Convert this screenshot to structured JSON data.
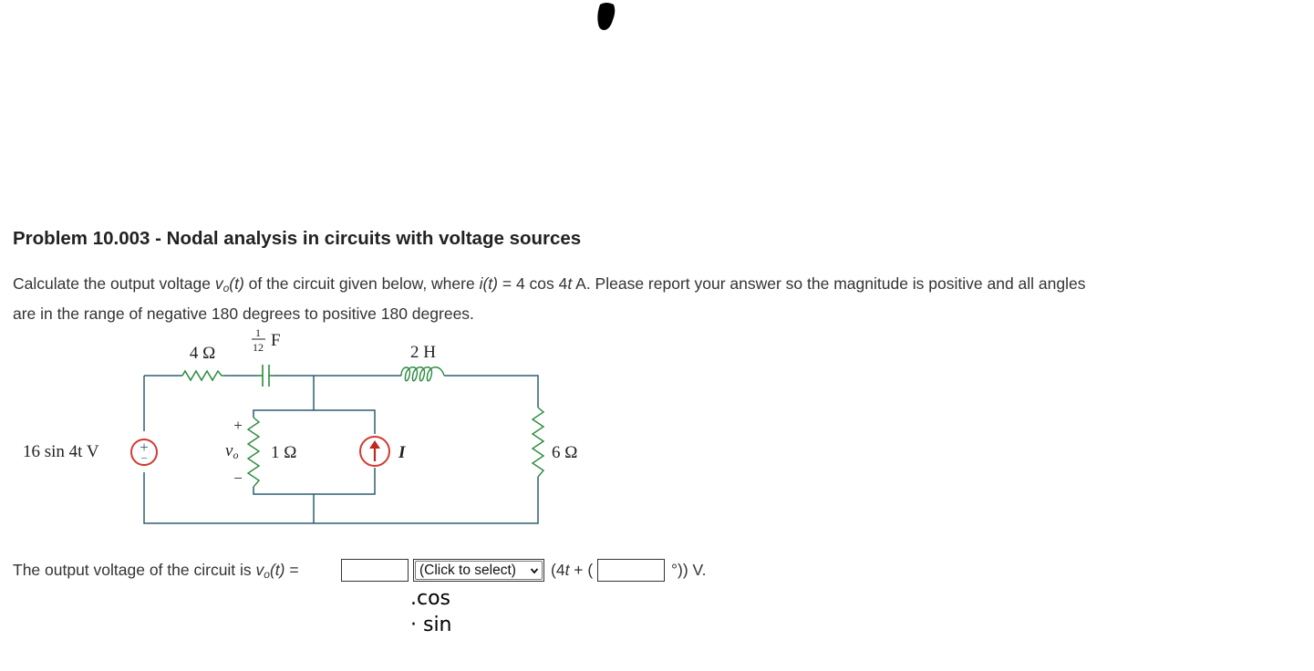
{
  "problem": {
    "title": "Problem 10.003 - Nodal analysis in circuits with voltage sources",
    "text_1": "Calculate the output voltage ",
    "vo_v": "v",
    "vo_sub": "o",
    "vo_arg": "(t)",
    "text_2": " of the circuit given below, where ",
    "i_var": "i",
    "i_arg": "(t)",
    "text_3": " = 4 cos 4",
    "t_var": "t",
    "text_4": " A. Please report your answer so the magnitude is positive and all angles are in the range of negative 180 degrees to positive 180 degrees."
  },
  "circuit": {
    "r1_label": "4 Ω",
    "cap_num": "1",
    "cap_den": "12",
    "cap_unit": "F",
    "inductor_label": "2 H",
    "source_label": "16 sin 4t V",
    "source_plus": "+",
    "source_minus": "−",
    "vo_plus": "+",
    "vo_label": "v",
    "vo_sub": "o",
    "vo_minus": "−",
    "r2_label": "1 Ω",
    "current_label": "I",
    "r3_label": "6 Ω"
  },
  "answer": {
    "prefix": "The output voltage of the circuit is ",
    "v": "v",
    "sub": "o",
    "arg": "(t)",
    "equals": " =",
    "magnitude_value": "",
    "function_select": "(Click to select)",
    "open_paren": "(4",
    "t": "t",
    "plus_paren": " + (",
    "angle_value": "",
    "suffix": "°)) V."
  },
  "handwriting": {
    "line1": ".cos",
    "line2": "· sin"
  },
  "colors": {
    "wire": "#2d5f73",
    "component": "#2a8a3e",
    "source_ring": "#d23a30",
    "title": "#222222",
    "text": "#333333"
  }
}
